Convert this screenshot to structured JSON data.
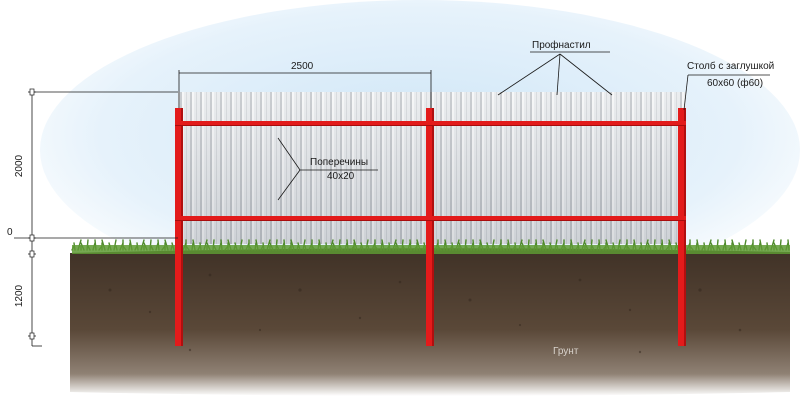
{
  "labels": {
    "width_dimension": "2500",
    "sheeting": "Профнастил",
    "post_line1": "Столб с заглушкой",
    "post_line2": "60х60 (ф60)",
    "rails_line1": "Поперечины",
    "rails_line2": "40х20",
    "soil": "Грунт",
    "height_above": "2000",
    "height_below": "1200",
    "zero_level": "0"
  },
  "colors": {
    "post": "#e31b1b",
    "rail": "#e31b1b",
    "soil": "#4a3a2c",
    "grass": "#4f8a2c",
    "sky": "#d9ecf8",
    "sheeting": "#d7dade"
  }
}
